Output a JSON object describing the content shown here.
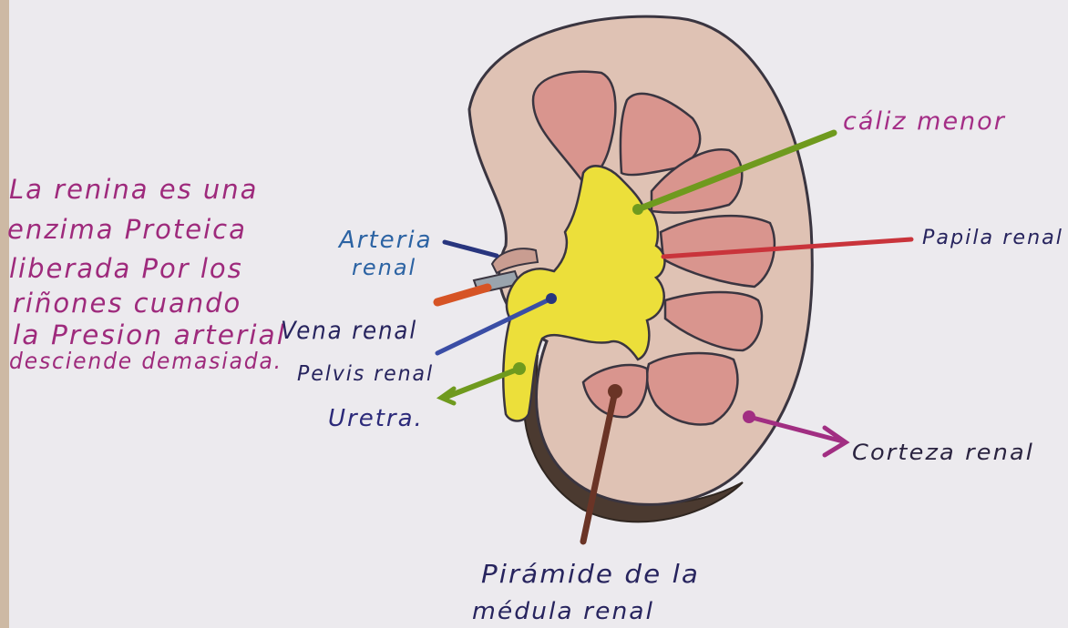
{
  "note": {
    "lines": [
      "La renina es una",
      "enzima Proteica",
      "liberada Por los",
      "riñones cuando",
      "la Presion arterial",
      "desciende demasiada."
    ]
  },
  "labels": {
    "caliz_menor": "cáliz menor",
    "papila_renal": "Papila renal",
    "arteria_renal_1": "Arteria",
    "arteria_renal_2": "renal",
    "vena_renal": "Vena renal",
    "pelvis_renal": "Pelvis renal",
    "uretra": "Uretra.",
    "corteza_renal": "Corteza renal",
    "piramide_1": "Pirámide de la",
    "piramide_2": "médula renal"
  },
  "colors": {
    "paper": "#eceaee",
    "cortex": "#dfc2b4",
    "pyramid": "#d9958e",
    "pelvis": "#ecdf3a",
    "outline": "#3a3540",
    "capsule_dark": "#4b3a30",
    "note_ink": "#9e2a7c",
    "label_navy": "#27245e",
    "label_blue": "#2c63a3",
    "label_magenta": "#a42d86",
    "line_green": "#6f9a1e",
    "line_red": "#c9343b",
    "line_navy": "#28357e",
    "line_orange": "#d65425",
    "line_blue": "#3a4da5",
    "line_brown": "#6a3426",
    "line_magenta": "#a12e82"
  }
}
